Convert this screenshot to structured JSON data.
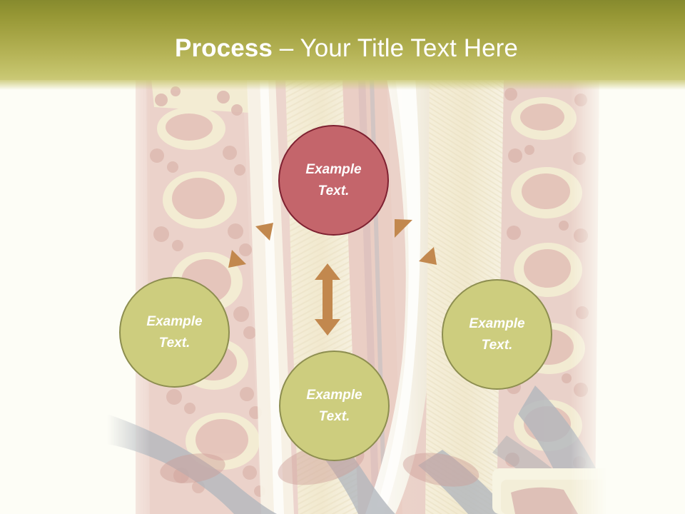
{
  "slide": {
    "background_color": "#fdfdf6",
    "background_image_name": "histology-cross-section-photo"
  },
  "header": {
    "gradient_from": "#868a2e",
    "gradient_to": "#cbc977",
    "title_strong": "Process",
    "title_separator": " – ",
    "title_rest": "Your Title Text Here",
    "title_color": "#ffffff"
  },
  "diagram": {
    "type": "process-cycle",
    "accent_arrow_color": "#c2884e",
    "nodes": [
      {
        "id": "top",
        "position": "top-center",
        "line1": "Example",
        "line2": "Text.",
        "fill": "#c4656b",
        "border": "#7e2131",
        "text_color": "#ffffff"
      },
      {
        "id": "left",
        "position": "middle-left",
        "line1": "Example",
        "line2": "Text.",
        "fill": "#cdcd7e",
        "border": "#8d8e50",
        "text_color": "#ffffff"
      },
      {
        "id": "right",
        "position": "middle-right",
        "line1": "Example",
        "line2": "Text.",
        "fill": "#cdcd7e",
        "border": "#8d8e50",
        "text_color": "#ffffff"
      },
      {
        "id": "bottom",
        "position": "bottom-center",
        "line1": "Example",
        "line2": "Text.",
        "fill": "#cdcd7e",
        "border": "#8d8e50",
        "text_color": "#ffffff"
      }
    ],
    "connectors": [
      {
        "id": "left-connector",
        "style": "double-headed",
        "direction": "diagonal-up-right"
      },
      {
        "id": "center-connector",
        "style": "double-headed",
        "direction": "vertical"
      },
      {
        "id": "right-connector",
        "style": "double-headed",
        "direction": "diagonal-down-right"
      }
    ]
  }
}
